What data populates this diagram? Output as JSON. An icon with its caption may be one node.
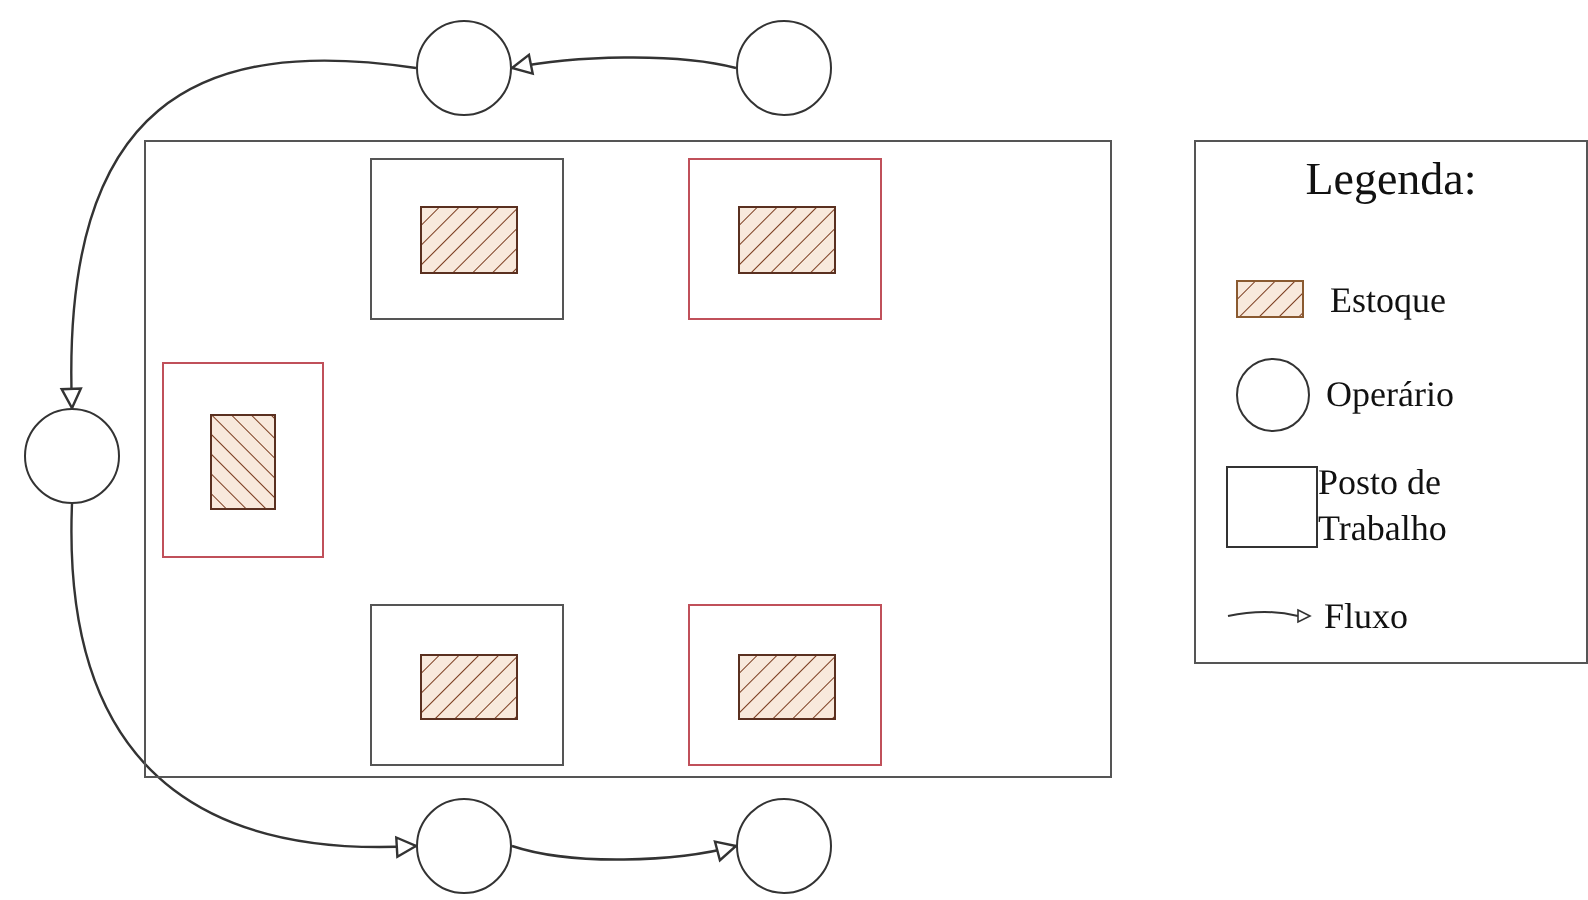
{
  "diagram": {
    "nodes": [
      {
        "text": [],
        "shape": "box"
      },
      {
        "text": [],
        "shape": "box",
        "in": 0
      },
      {
        "text": [],
        "shape": "box",
        "in": 1
      },
      {
        "text": [],
        "shape": "box",
        "in": 0
      },
      {
        "text": [],
        "shape": "box",
        "in": 3
      },
      {
        "text": [],
        "shape": "box",
        "in": 0
      },
      {
        "text": [],
        "shape": "box",
        "in": 5
      },
      {
        "text": [],
        "shape": "box",
        "in": 0
      },
      {
        "text": [],
        "shape": "box",
        "in": 7
      },
      {
        "text": [],
        "shape": "box",
        "in": 0
      },
      {
        "text": [],
        "shape": "box",
        "in": 9
      },
      {
        "text": [],
        "shape": "circle"
      },
      {
        "text": [],
        "shape": "circle"
      },
      {
        "text": [],
        "shape": "circle"
      },
      {
        "text": [],
        "shape": "circle"
      },
      {
        "text": [],
        "shape": "circle"
      }
    ],
    "edges": [
      {
        "from": 12,
        "to": 11,
        "arrow": "to"
      },
      {
        "from": 11,
        "to": 13,
        "arrow": "to"
      },
      {
        "from": 13,
        "to": 14,
        "arrow": "to"
      },
      {
        "from": 14,
        "to": 15,
        "arrow": "to"
      }
    ],
    "labels": [
      "Legenda:"
    ],
    "legend": [
      {
        "text": "Estoque"
      },
      {
        "text": "Operário"
      },
      {
        "text": "Posto de Trabalho"
      },
      {
        "text": "Fluxo"
      }
    ]
  }
}
